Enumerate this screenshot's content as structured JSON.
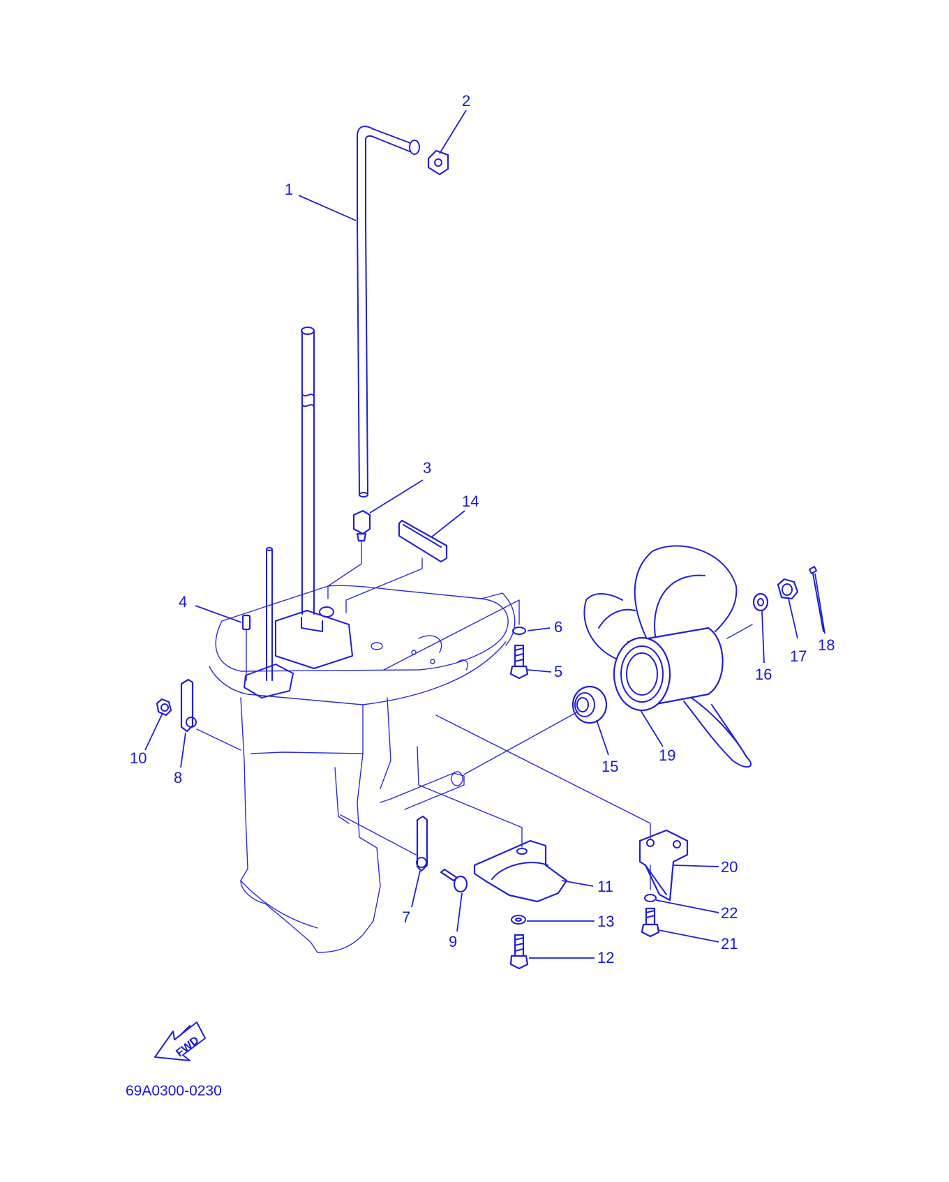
{
  "diagram": {
    "drawing_code": "69A0300-0230",
    "fwd_label": "FWD",
    "colors": {
      "line": "#1f1fd6",
      "text": "#1818d0",
      "background": "#ffffff"
    },
    "callouts": [
      {
        "id": "1",
        "label": "1"
      },
      {
        "id": "2",
        "label": "2"
      },
      {
        "id": "3",
        "label": "3"
      },
      {
        "id": "4",
        "label": "4"
      },
      {
        "id": "5",
        "label": "5"
      },
      {
        "id": "6",
        "label": "6"
      },
      {
        "id": "7",
        "label": "7"
      },
      {
        "id": "8",
        "label": "8"
      },
      {
        "id": "9",
        "label": "9"
      },
      {
        "id": "10",
        "label": "10"
      },
      {
        "id": "11",
        "label": "11"
      },
      {
        "id": "12",
        "label": "12"
      },
      {
        "id": "13",
        "label": "13"
      },
      {
        "id": "14",
        "label": "14"
      },
      {
        "id": "15",
        "label": "15"
      },
      {
        "id": "16",
        "label": "16"
      },
      {
        "id": "17",
        "label": "17"
      },
      {
        "id": "18",
        "label": "18"
      },
      {
        "id": "19",
        "label": "19"
      },
      {
        "id": "20",
        "label": "20"
      },
      {
        "id": "21",
        "label": "21"
      },
      {
        "id": "22",
        "label": "22"
      }
    ]
  }
}
